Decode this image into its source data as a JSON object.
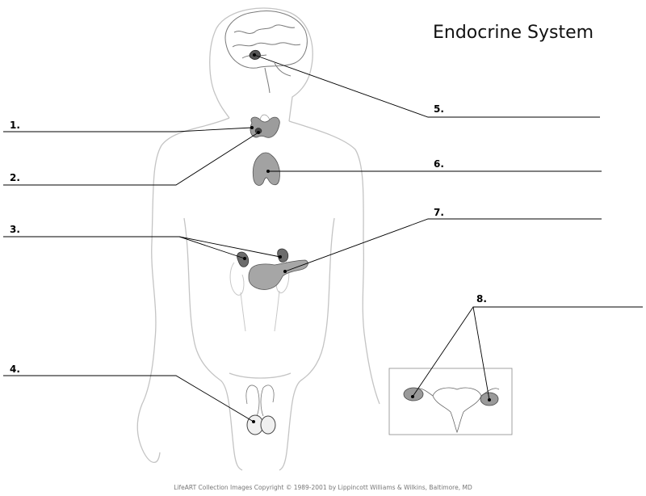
{
  "title": "Endocrine System",
  "labels": [
    {
      "number": "1."
    },
    {
      "number": "2."
    },
    {
      "number": "3."
    },
    {
      "number": "4."
    },
    {
      "number": "5."
    },
    {
      "number": "6."
    },
    {
      "number": "7."
    },
    {
      "number": "8."
    }
  ],
  "credit": "LifeART Collection Images Copyright © 1989-2001 by Lippincott Williams & Wilkins, Baltimore, MD",
  "colors": {
    "outline": "#bfbfbf",
    "gland_fill": "#9a9a9a",
    "gland_dark": "#555555",
    "leader": "#000000"
  }
}
